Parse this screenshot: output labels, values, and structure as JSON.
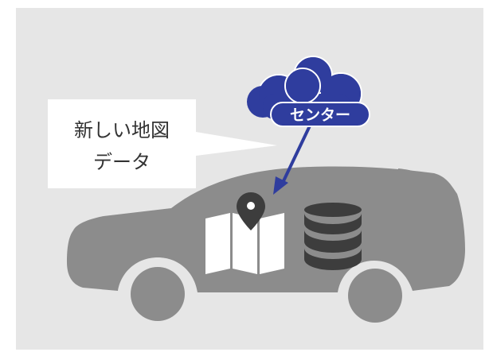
{
  "callout": {
    "line1": "新しい地図",
    "line2": "データ"
  },
  "cloud": {
    "label": "センター"
  },
  "icons": [
    "cloud-icon",
    "map-icon",
    "location-pin-icon",
    "database-icon",
    "car-silhouette"
  ],
  "colors": {
    "background": "#e6e6e6",
    "car": "#8c8c8c",
    "cloud": "#2f3d9e",
    "arrow": "#2f3d9e",
    "map": "#ffffff",
    "database": "#3d3d3d",
    "pin": "#3d3d3d"
  }
}
